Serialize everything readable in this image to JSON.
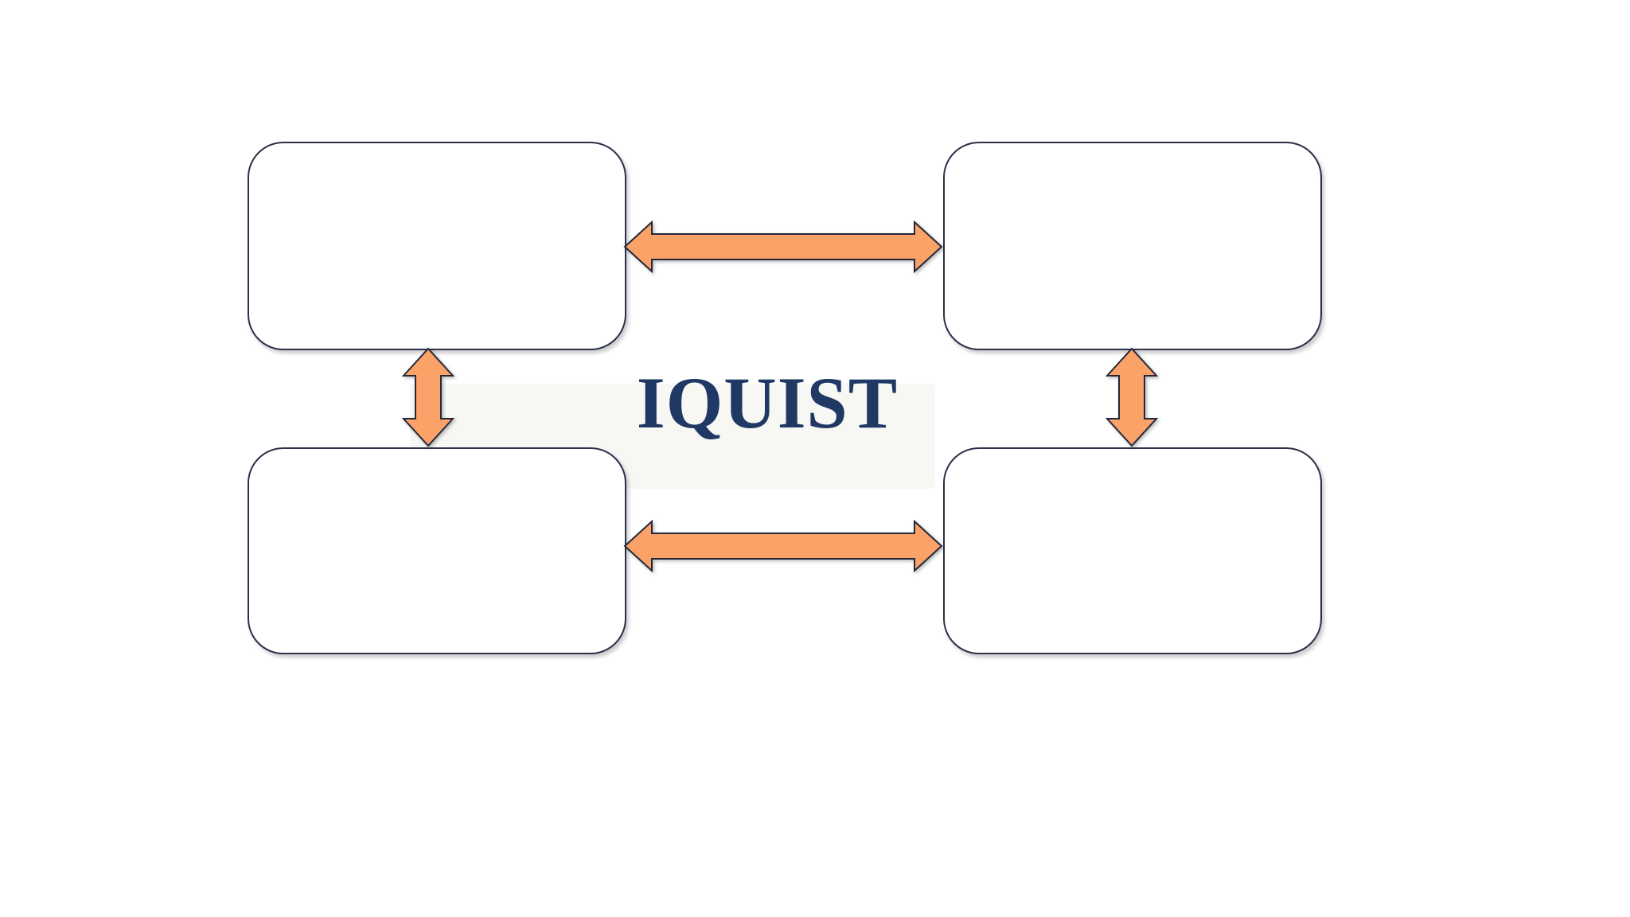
{
  "diagram": {
    "title": "IQUIST",
    "boxes": [
      {
        "id": "top-left",
        "label": ""
      },
      {
        "id": "top-right",
        "label": ""
      },
      {
        "id": "bottom-left",
        "label": ""
      },
      {
        "id": "bottom-right",
        "label": ""
      }
    ],
    "connectors": [
      {
        "from": "top-left",
        "to": "top-right",
        "type": "double-headed-arrow",
        "orientation": "horizontal"
      },
      {
        "from": "bottom-left",
        "to": "bottom-right",
        "type": "double-headed-arrow",
        "orientation": "horizontal"
      },
      {
        "from": "top-left",
        "to": "bottom-left",
        "type": "double-headed-arrow",
        "orientation": "vertical"
      },
      {
        "from": "top-right",
        "to": "bottom-right",
        "type": "double-headed-arrow",
        "orientation": "vertical"
      }
    ],
    "colors": {
      "arrow_fill": "#FBA269",
      "arrow_border": "#23283A",
      "box_border": "#2B3147",
      "box_fill": "#FFFFFF",
      "title_color": "#1F3864",
      "background": "#FFFFFF"
    }
  }
}
